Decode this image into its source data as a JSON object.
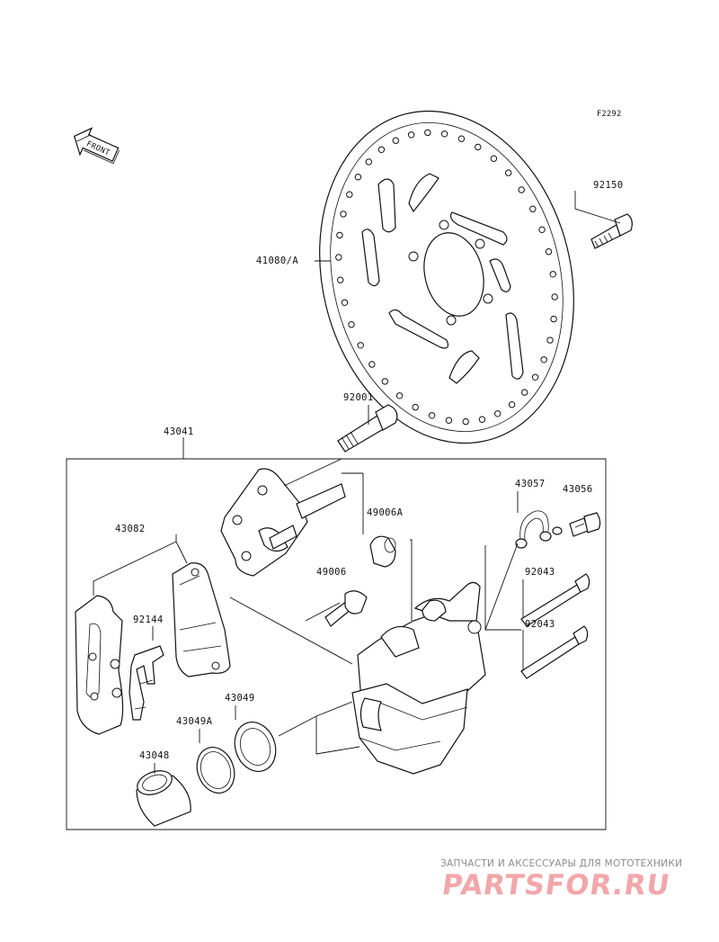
{
  "diagram": {
    "figure_code": "F2292",
    "front_label": "FRONT",
    "parts": {
      "bolt_92150": "92150",
      "disc_41080A": "41080/A",
      "bolt_92001": "92001",
      "caliper_43041": "43041",
      "hose_43057": "43057",
      "bleeder_43056": "43056",
      "boot_49006A": "49006A",
      "pads_43082": "43082",
      "boot_49006": "49006",
      "pin_92043_a": "92043",
      "spring_92144": "92144",
      "pin_92043_b": "92043",
      "seal_43049": "43049",
      "seal_43049A": "43049A",
      "piston_43048": "43048"
    }
  },
  "watermark": {
    "tagline": "ЗАПЧАСТИ И АКСЕССУАРЫ ДЛЯ МОТОТЕХНИКИ",
    "logo": "PARTSFOR.RU"
  }
}
